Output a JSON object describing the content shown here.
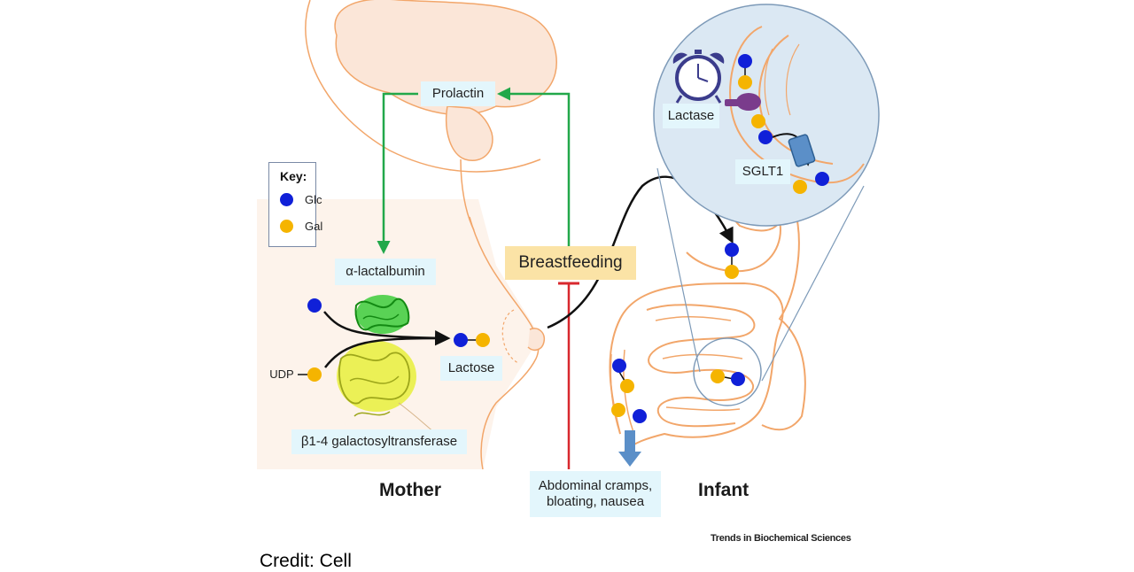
{
  "key": {
    "title": "Key:",
    "glc": "Glc",
    "gal": "Gal"
  },
  "labels": {
    "prolactin": "Prolactin",
    "lactalbumin": "α-lactalbumin",
    "udp": "UDP",
    "lactose": "Lactose",
    "galactosyltransferase": "β1-4 galactosyltransferase",
    "breastfeeding": "Breastfeeding",
    "symptoms_line1": "Abdominal cramps,",
    "symptoms_line2": "bloating, nausea",
    "lactase": "Lactase",
    "sglt1": "SGLT1"
  },
  "captions": {
    "mother": "Mother",
    "infant": "Infant"
  },
  "footer": {
    "journal": "Trends in Biochemical Sciences",
    "credit": "Credit: Cell"
  },
  "colors": {
    "glc": "#1020d8",
    "gal": "#f5b400",
    "stimulate": "#22a84a",
    "inhibit": "#d8282e",
    "tissue_line": "#f2a66a",
    "label_bg": "#e3f6fc",
    "breastfeeding_bg": "#fbe3a6",
    "zoom_fill": "#dbe8f3",
    "zoom_stroke": "#7d9ab8",
    "lactase_enzyme": "#7a3c8c",
    "transporter": "#5b8fc8"
  },
  "icons": [
    "alarm-clock-icon",
    "lactase-enzyme-icon",
    "sglt1-transporter-icon",
    "alpha-lactalbumin-protein-icon",
    "galactosyltransferase-protein-icon",
    "excretion-arrow-icon"
  ]
}
